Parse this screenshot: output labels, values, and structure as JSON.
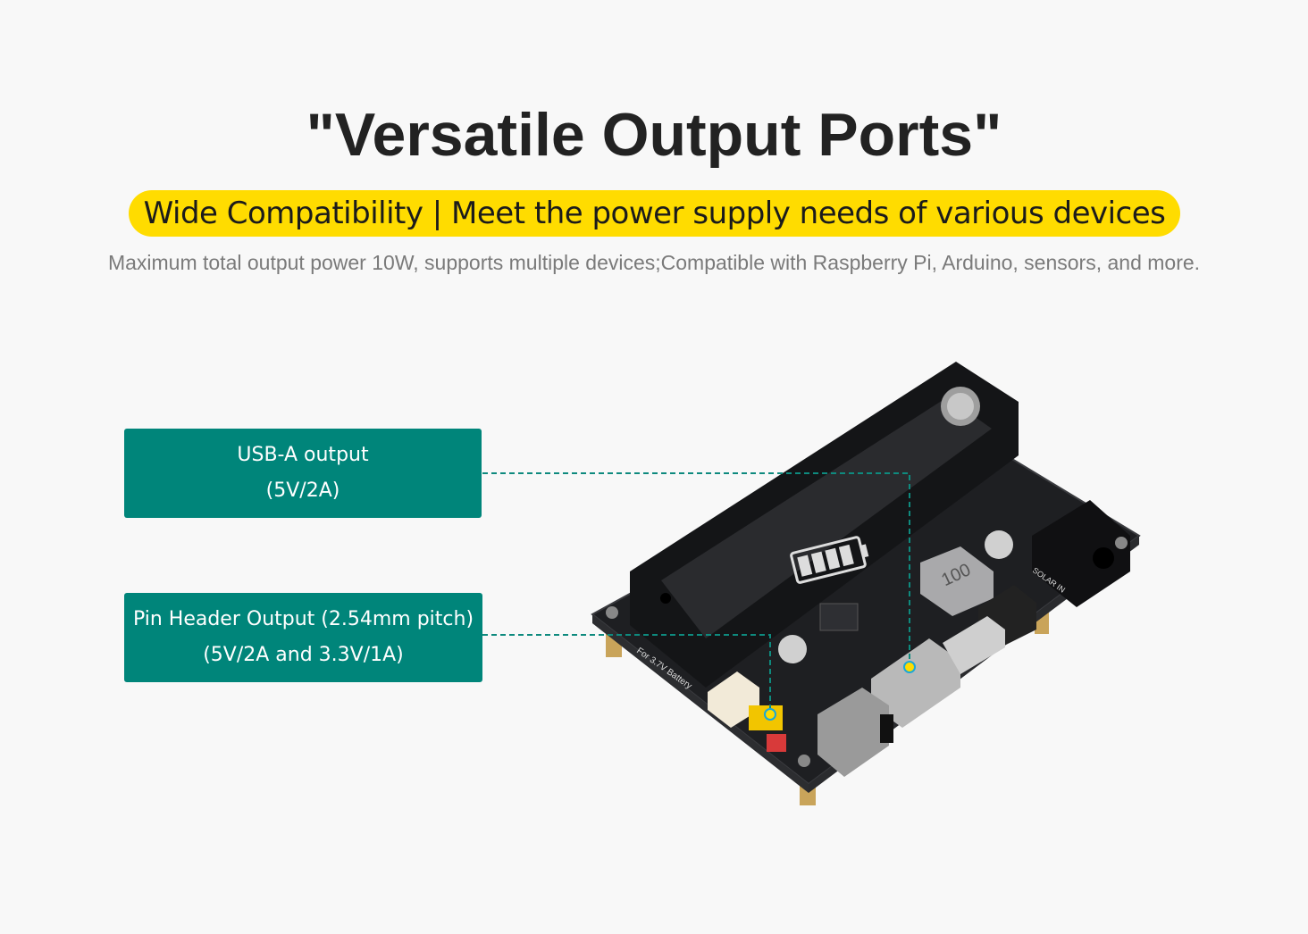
{
  "header": {
    "title": "\"Versatile Output Ports\"",
    "tagline": "Wide Compatibility | Meet the power supply needs of various devices",
    "description": "Maximum total output power 10W, supports multiple devices;Compatible with Raspberry Pi, Arduino, sensors, and more."
  },
  "callouts": [
    {
      "line1": "USB-A output",
      "line2": "(5V/2A)"
    },
    {
      "line1": "Pin Header Output (2.54mm pitch)",
      "line2": "(5V/2A and 3.3V/1A)"
    }
  ],
  "product_photo": {
    "silk_battery": "For 3.7V Battery",
    "silk_solar": "SOLAR IN",
    "silk_inductor": "100"
  },
  "colors": {
    "accent_yellow": "#ffdc00",
    "callout_teal": "#00857a",
    "pcb_black": "#1e1f22"
  }
}
